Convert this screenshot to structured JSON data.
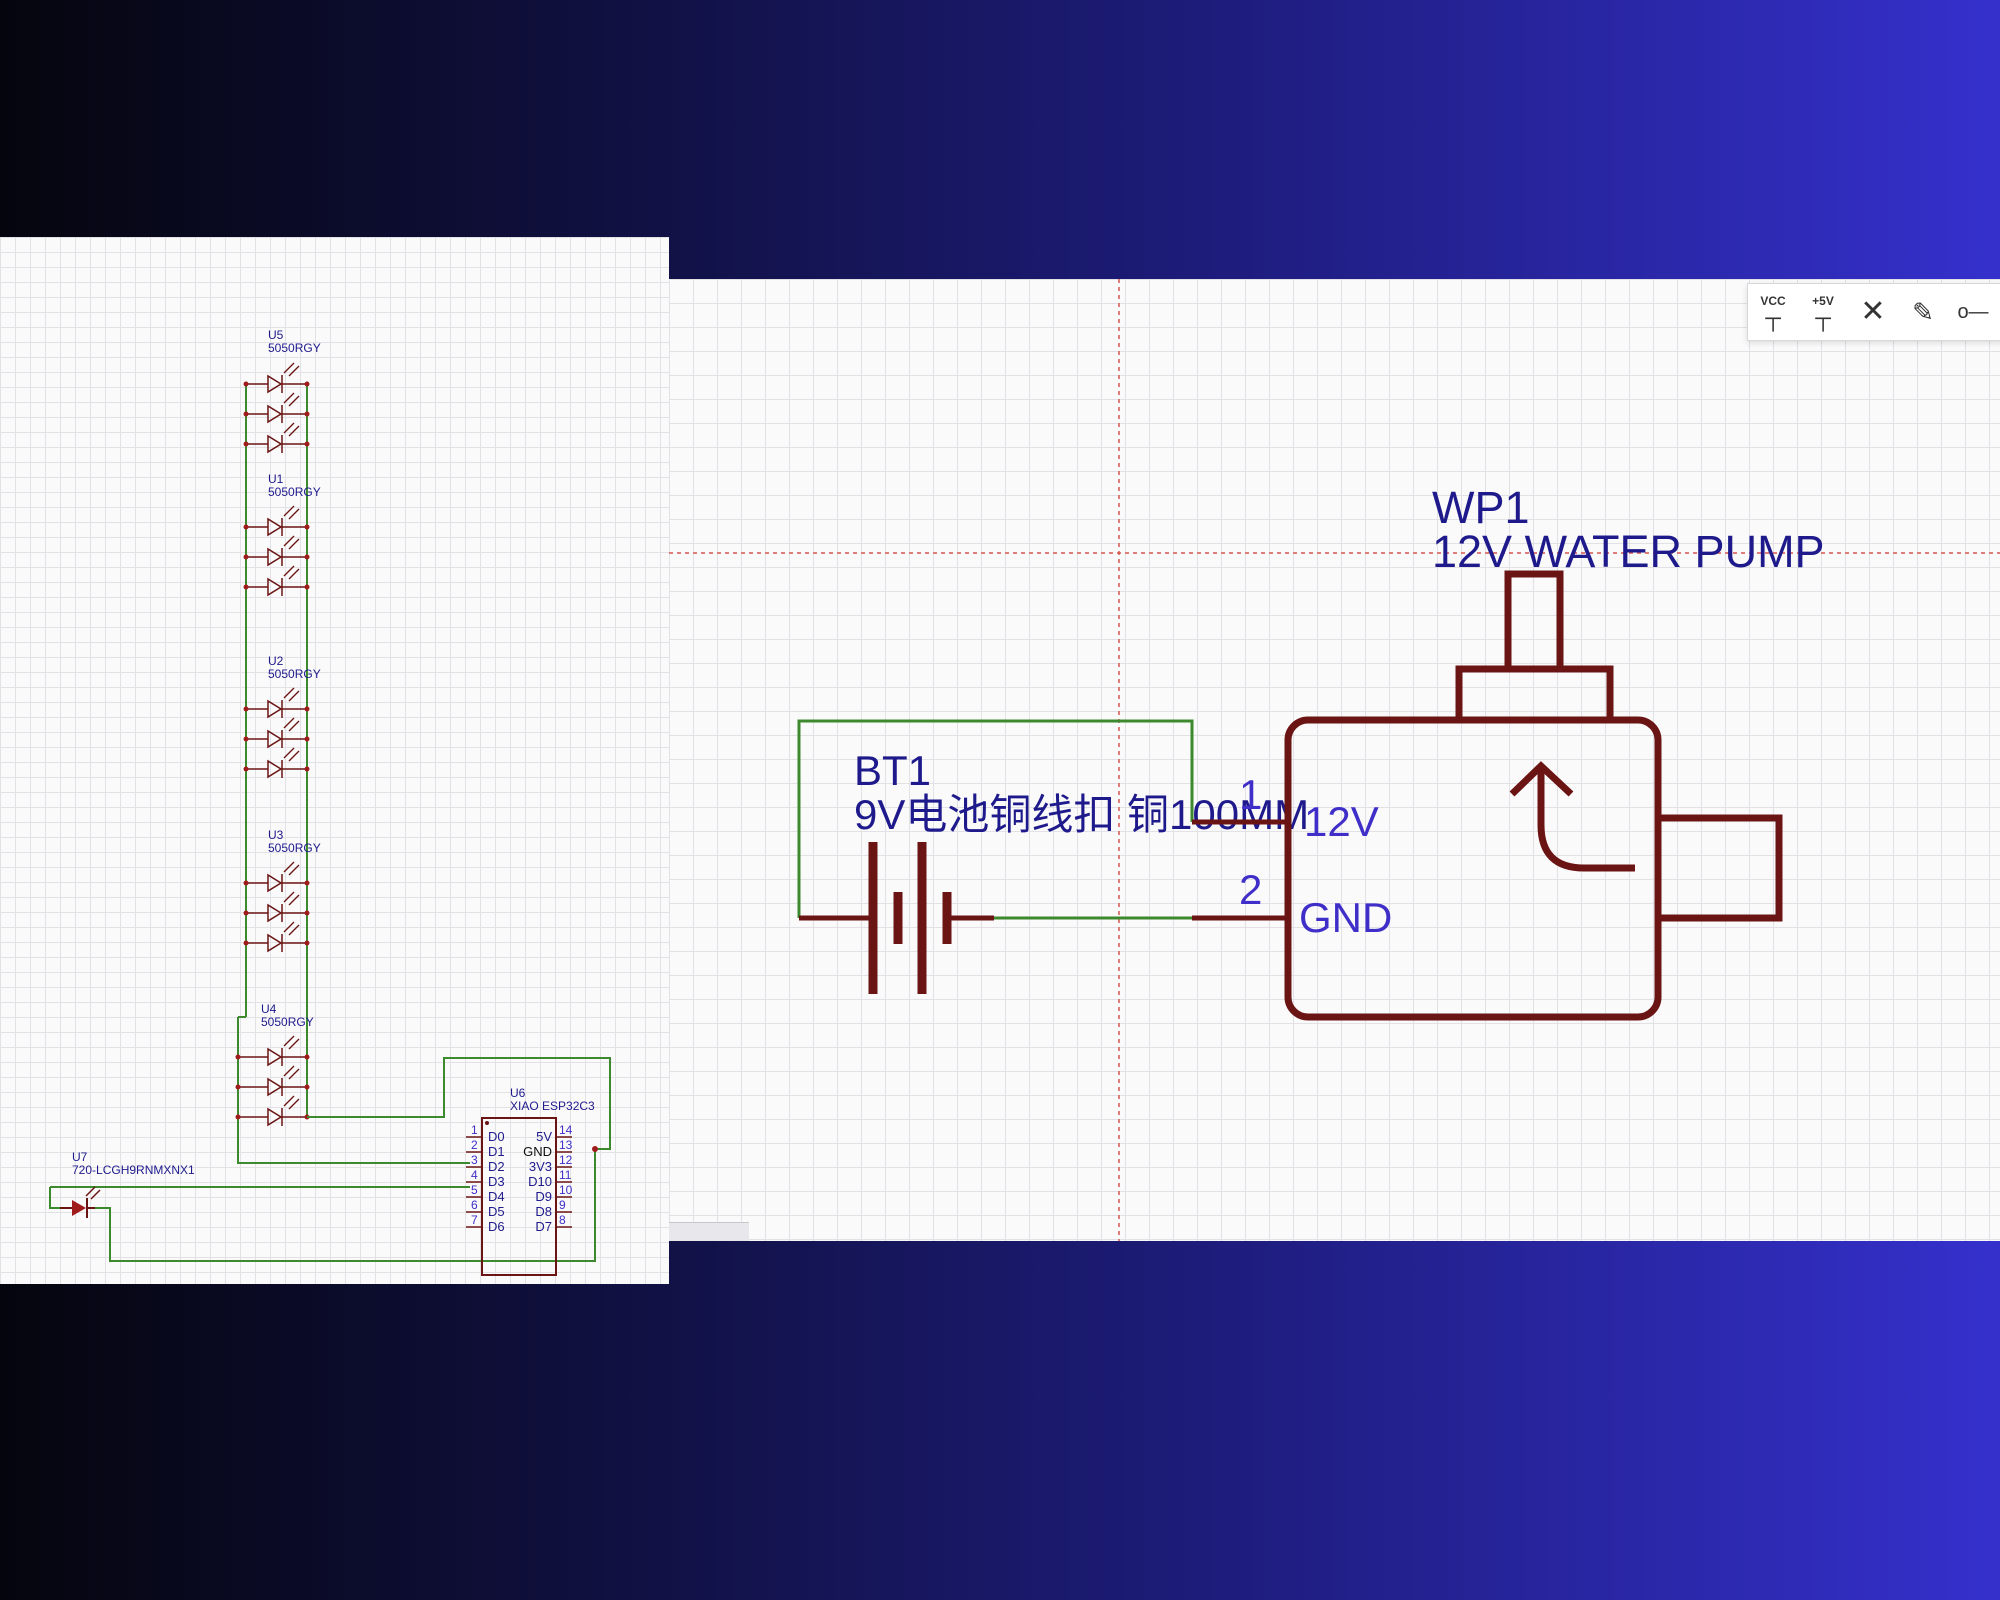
{
  "left_schematic": {
    "leds": [
      {
        "ref": "U5",
        "value": "5050RGY"
      },
      {
        "ref": "U1",
        "value": "5050RGY"
      },
      {
        "ref": "U2",
        "value": "5050RGY"
      },
      {
        "ref": "U3",
        "value": "5050RGY"
      },
      {
        "ref": "U4",
        "value": "5050RGY"
      }
    ],
    "mcu": {
      "ref": "U6",
      "value": "XIAO ESP32C3",
      "left_pins": [
        "D0",
        "D1",
        "D2",
        "D3",
        "D4",
        "D5",
        "D6"
      ],
      "left_nums": [
        "1",
        "2",
        "3",
        "4",
        "5",
        "6",
        "7"
      ],
      "right_pins": [
        "5V",
        "GND",
        "3V3",
        "D10",
        "D9",
        "D8",
        "D7"
      ],
      "right_nums": [
        "14",
        "13",
        "12",
        "11",
        "10",
        "9",
        "8"
      ]
    },
    "indicator": {
      "ref": "U7",
      "value": "720-LCGH9RNMXNX1"
    }
  },
  "right_schematic": {
    "toolbar": {
      "vcc_label": "VCC",
      "vcc_icon": "vcc-symbol-icon",
      "plus5v_label": "+5V",
      "plus5v_icon": "plus5v-symbol-icon",
      "noconnect_icon": "no-connect-icon",
      "probe_icon": "probe-icon",
      "netport_icon": "net-port-icon"
    },
    "battery": {
      "ref": "BT1",
      "value": "9V电池铜线扣 铜100MM"
    },
    "pump": {
      "ref": "WP1",
      "value": "12V WATER PUMP",
      "pin1_num": "1",
      "pin1_name": "12V",
      "pin2_num": "2",
      "pin2_name": "GND"
    }
  },
  "colors": {
    "symbol": "#6b1414",
    "wire": "#3d8a2e",
    "text": "#1e1a8c",
    "pin_text": "#3f2fc8"
  }
}
